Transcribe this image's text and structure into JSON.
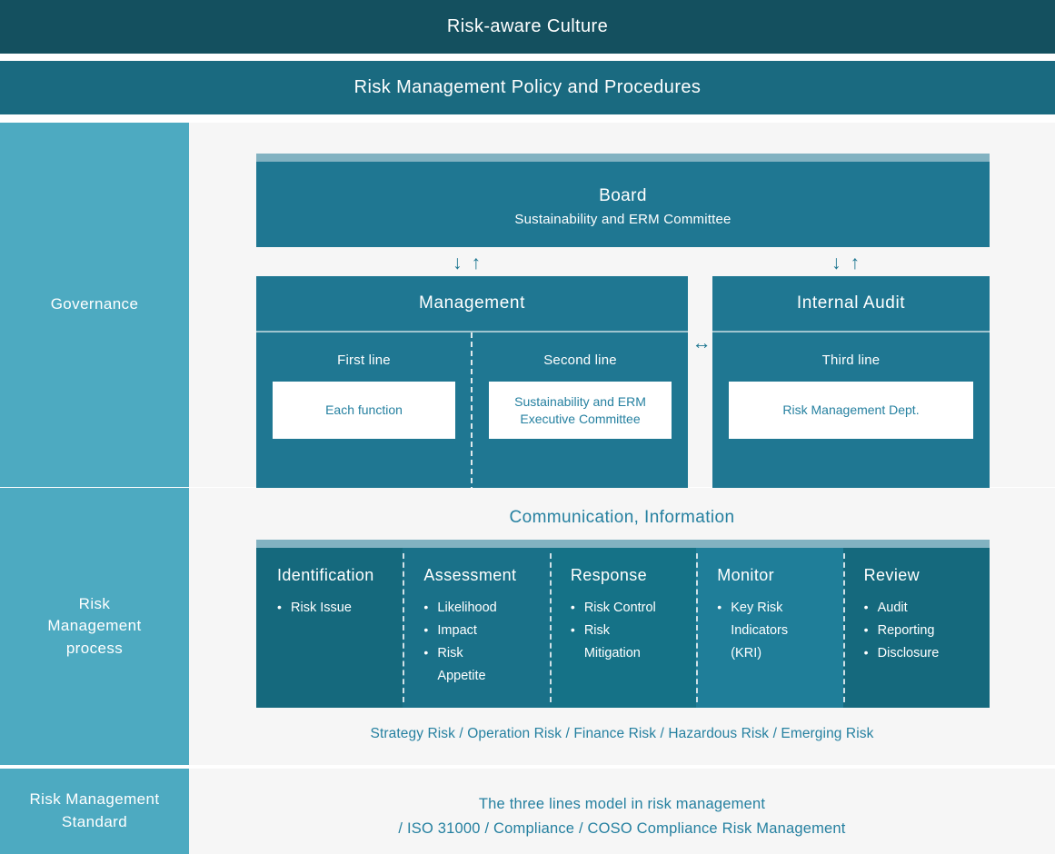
{
  "banners": {
    "culture": "Risk-aware Culture",
    "policy": "Risk Management Policy and Procedures"
  },
  "governance": {
    "sidebar_label": "Governance",
    "board": {
      "title": "Board",
      "subtitle": "Sustainability and ERM Committee"
    },
    "arrows": {
      "down": "↓",
      "up": "↑",
      "bidirectional": "↔"
    },
    "management": {
      "title": "Management",
      "columns": [
        {
          "line_label": "First line",
          "card": "Each function"
        },
        {
          "line_label": "Second line",
          "card": "Sustainability and ERM\nExecutive Committee"
        }
      ]
    },
    "internal_audit": {
      "title": "Internal Audit",
      "columns": [
        {
          "line_label": "Third line",
          "card": "Risk Management Dept."
        }
      ]
    }
  },
  "process": {
    "sidebar_label": "Risk\nManagement\nprocess",
    "communication_title": "Communication, Information",
    "cards": [
      {
        "name": "Identification",
        "items": [
          "Risk Issue"
        ],
        "color": "#15697d"
      },
      {
        "name": "Assessment",
        "items": [
          "Likelihood",
          "Impact",
          "Risk Appetite"
        ],
        "color": "#1a7189"
      },
      {
        "name": "Response",
        "items": [
          "Risk Control",
          "Risk Mitigation"
        ],
        "color": "#157287"
      },
      {
        "name": "Monitor",
        "items": [
          "Key Risk Indicators (KRI)"
        ],
        "color": "#1f7e99"
      },
      {
        "name": "Review",
        "items": [
          "Audit",
          "Reporting",
          "Disclosure"
        ],
        "color": "#15697d"
      }
    ],
    "risk_types": "Strategy Risk / Operation Risk / Finance Risk / Hazardous Risk / Emerging Risk"
  },
  "standard": {
    "sidebar_label": "Risk Management\nStandard",
    "line1": "The three lines model in risk management",
    "line2": "/ ISO 31000 / Compliance / COSO Compliance Risk Management"
  },
  "colors": {
    "culture_band": "#14505f",
    "policy_band": "#1a6a80",
    "sidebar": "#4daac1",
    "box_teal": "#1f7792",
    "light_top_bar": "#82b2c1",
    "accent_text": "#2580a0",
    "page_bg": "#f6f6f6"
  }
}
